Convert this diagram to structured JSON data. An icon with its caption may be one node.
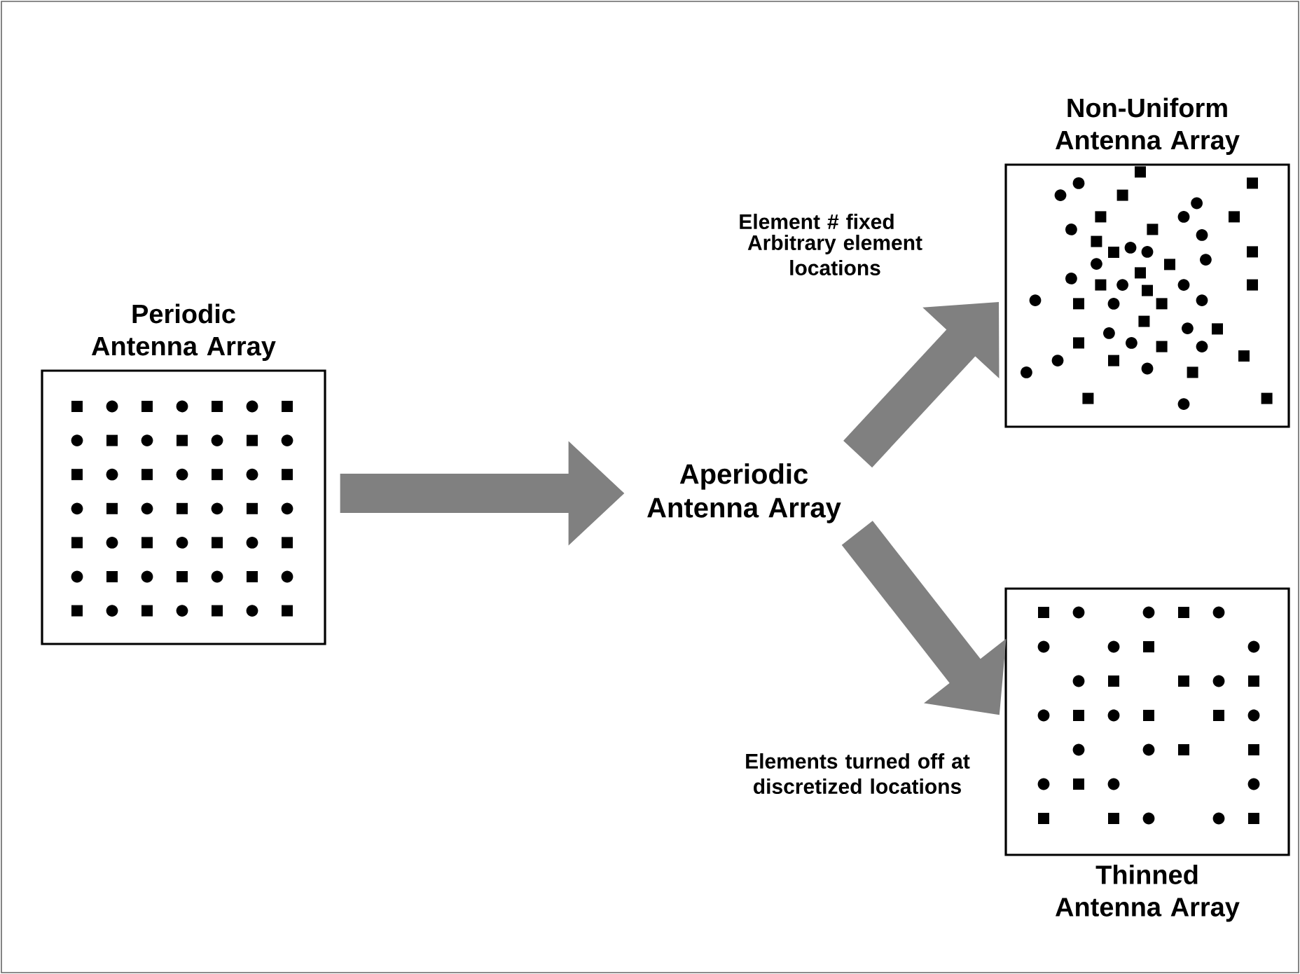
{
  "diagram": {
    "nodes": [
      {
        "text": [
          "Periodic Antenna Array"
        ]
      },
      {
        "text": [
          "Aperiodic Antenna Array"
        ]
      },
      {
        "text": [
          "Non-Uniform Antenna Array"
        ]
      },
      {
        "text": [
          "Thinned Antenna Array"
        ]
      }
    ],
    "edges": [
      {
        "from": 0,
        "to": 1,
        "arrow": "to"
      },
      {
        "from": 1,
        "to": 2,
        "arrow": "to"
      },
      {
        "from": 1,
        "to": 3,
        "arrow": "to"
      }
    ],
    "labels": [
      "Element # fixed",
      "Arbitrary element locations",
      "Elements turned off at discretized locations"
    ]
  }
}
